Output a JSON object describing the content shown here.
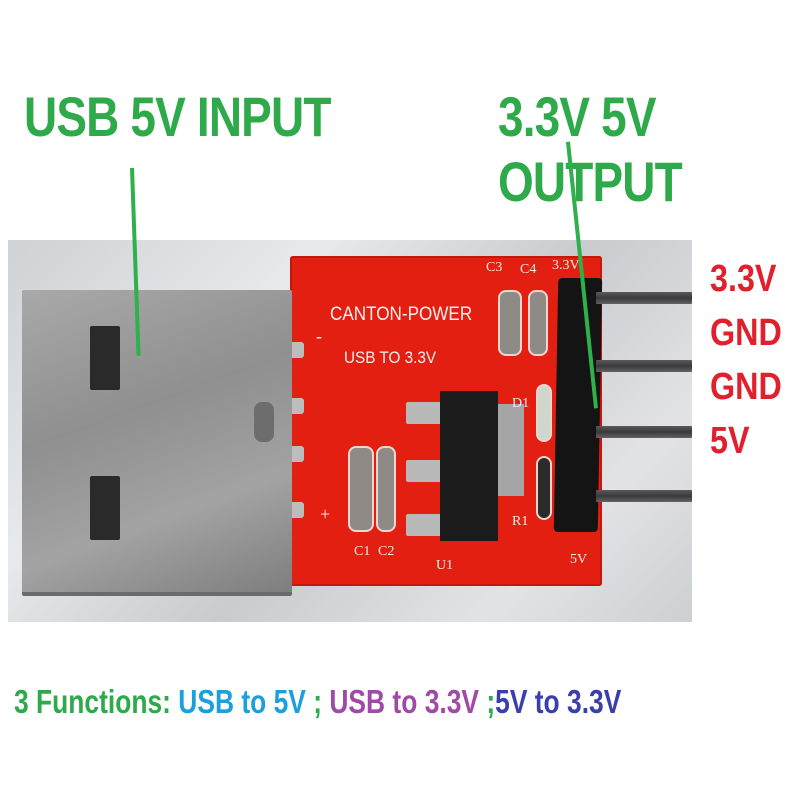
{
  "headings": {
    "input": "USB 5V INPUT",
    "output": "3.3V 5V OUTPUT",
    "color": "#2eaa4a"
  },
  "board": {
    "brand": "CANTON-POWER",
    "subtitle": "USB TO 3.3V",
    "pcb_color": "#e21f10",
    "silkscreen": {
      "c1": "C1",
      "c2": "C2",
      "c3": "C3",
      "c4": "C4",
      "u1": "U1",
      "d1": "D1",
      "r1": "R1",
      "top_pin": "3.3V",
      "bottom_pin": "5V",
      "minus": "-",
      "plus": "+"
    }
  },
  "pin_labels": {
    "color": "#e0202c",
    "items": [
      "3.3V",
      "GND",
      "GND",
      "5V"
    ]
  },
  "footer": {
    "prefix": {
      "text": "3 Functions: ",
      "color": "#2eaa4a"
    },
    "f1": {
      "text": "USB to 5V",
      "color": "#1aa0dc"
    },
    "sep1": {
      "text": " ; ",
      "color": "#2eaa4a"
    },
    "f2": {
      "text": "USB to 3.3V",
      "color": "#a04aa8"
    },
    "sep2": {
      "text": " ;",
      "color": "#2eaa4a"
    },
    "f3": {
      "text": "5V to 3.3V",
      "color": "#3b3fae"
    }
  }
}
